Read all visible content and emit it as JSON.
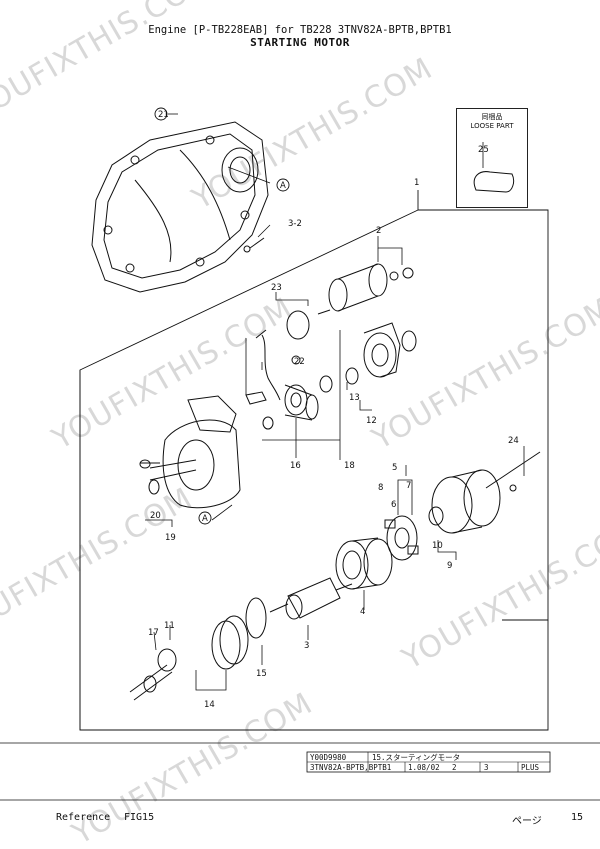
{
  "header": {
    "title": "Engine [P-TB228EAB] for TB228  3TNV82A-BPTB,BPTB1",
    "subtitle": "STARTING MOTOR"
  },
  "loose_part": {
    "title_jp": "同梱品",
    "title_en": "LOOSE PART",
    "part_no": "25"
  },
  "callouts": [
    "1",
    "2",
    "3",
    "4",
    "5",
    "6",
    "7",
    "8",
    "9",
    "10",
    "11",
    "12",
    "13",
    "14",
    "15",
    "16",
    "17",
    "18",
    "19",
    "20",
    "21",
    "22",
    "23",
    "24",
    "3-2",
    "A",
    "A"
  ],
  "title_block": {
    "code": "Y00D9980",
    "section": "15.スターティングモータ",
    "model": "3TNV82A-BPTB,BPTB1",
    "date": "1.08/02",
    "num_a": "2",
    "num_b": "3",
    "status": "PLUS"
  },
  "watermark": "YOUFIXTHIS.COM",
  "footer": {
    "reference": "Reference",
    "figure": "FIG15",
    "page_word": "ページ",
    "page": "15"
  }
}
